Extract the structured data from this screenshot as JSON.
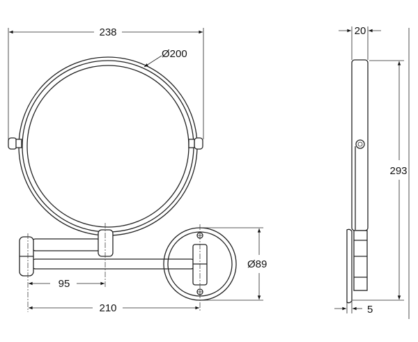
{
  "dimensions": {
    "overall_width": "238",
    "mirror_diameter": "Ø200",
    "arm_short": "95",
    "arm_long": "210",
    "wall_plate_diameter": "Ø89",
    "side_thickness": "20",
    "overall_height": "293",
    "plate_offset": "5"
  }
}
